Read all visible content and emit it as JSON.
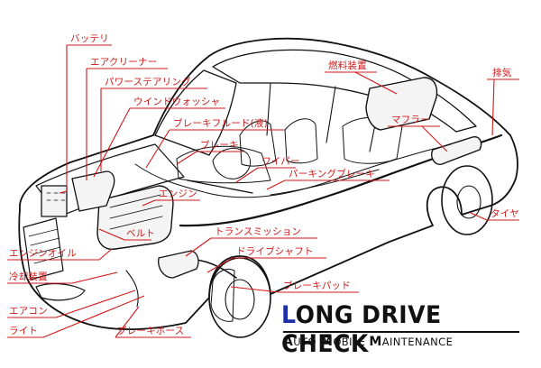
{
  "labels": {
    "battery": "バッテリ",
    "air_cleaner": "エアクリーナー",
    "power_steering": "パワーステアリング",
    "window_washer": "ウインドウォッシャ",
    "brake_fluid": "ブレーキフルード(液)",
    "brake": "ブレーキ",
    "wiper": "ワイパー",
    "engine": "エンジン",
    "parking_brake": "パーキングブレーキ",
    "belt": "ベルト",
    "transmission": "トランスミッション",
    "engine_oil": "エンジンオイル",
    "drive_shaft": "ドライブシャフト",
    "cooling": "冷却装置",
    "brake_pad": "ブレーキパッド",
    "aircon": "エアコン",
    "light": "ライト",
    "brake_hose": "ブレーキホース",
    "fuel": "燃料装置",
    "exhaust": "排気",
    "muffler": "マフラー",
    "tire": "タイヤ"
  },
  "brand": {
    "accent_letter": "L",
    "title_rest": "ONG DRIVE CHECK",
    "sub_a_initial": "A",
    "sub_a_rest": "UTO ",
    "sub_m_initial": "M",
    "sub_m_rest": "OBILE ",
    "sub_mm_initial": "M",
    "sub_mm_rest": "AINTENANCE"
  },
  "colors": {
    "label_red": "#d01818",
    "brand_blue": "#1b2fa8",
    "ink": "#111111"
  }
}
